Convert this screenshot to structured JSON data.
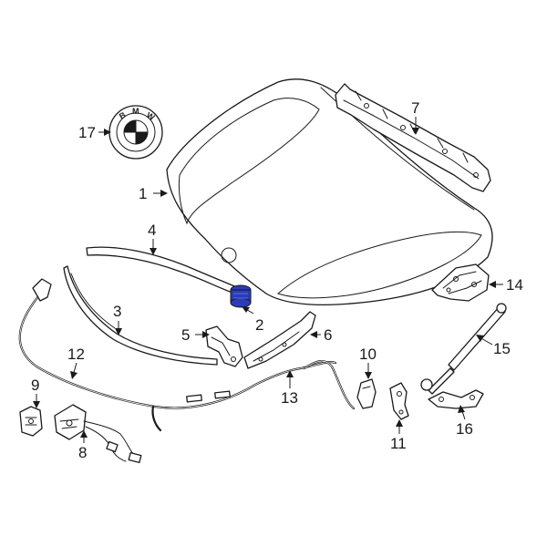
{
  "callouts": {
    "c1": "1",
    "c2": "2",
    "c3": "3",
    "c4": "4",
    "c5": "5",
    "c6": "6",
    "c7": "7",
    "c8": "8",
    "c9": "9",
    "c10": "10",
    "c11": "11",
    "c12": "12",
    "c13": "13",
    "c14": "14",
    "c15": "15",
    "c16": "16",
    "c17": "17"
  },
  "emblem_letters": [
    "B",
    "M",
    "W"
  ],
  "colors": {
    "highlight": "#2b3cb8",
    "line": "#1a1a1a",
    "background": "#ffffff"
  }
}
